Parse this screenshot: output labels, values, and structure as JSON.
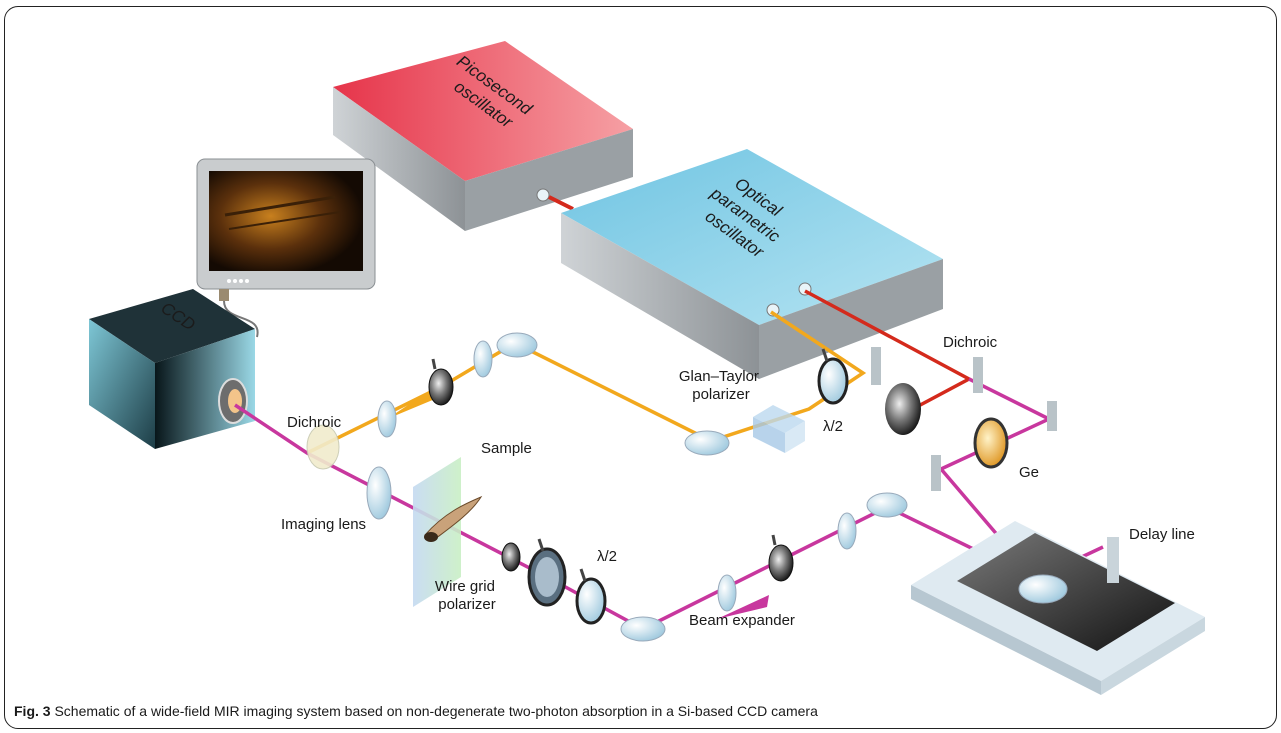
{
  "labels": {
    "picosecond_oscillator": [
      "Picosecond",
      "oscillator"
    ],
    "opo": [
      "Optical",
      "parametric",
      "oscillator"
    ],
    "ccd": "CCD",
    "dichroic_top": "Dichroic",
    "dichroic_left": "Dichroic",
    "glan_taylor": [
      "Glan–Taylor",
      "polarizer"
    ],
    "lambda_half_top": "λ/2",
    "lambda_half_bottom": "λ/2",
    "sample": "Sample",
    "imaging_lens": "Imaging lens",
    "wire_grid": [
      "Wire grid",
      "polarizer"
    ],
    "beam_expander": "Beam expander",
    "ge": "Ge",
    "delay_line": "Delay line"
  },
  "caption": {
    "prefix": "Fig. 3",
    "text": " Schematic of a wide-field MIR imaging system based on non-degenerate two-photon absorption in a Si-based CCD camera"
  },
  "colors": {
    "pump_beam": "#f2a81d",
    "mir_beam": "#c8379e",
    "red_beam": "#d42a1c",
    "pico_box": "#e8424f",
    "opo_box": "#8ed3ea",
    "ccd_box": "#6cb8c8"
  }
}
